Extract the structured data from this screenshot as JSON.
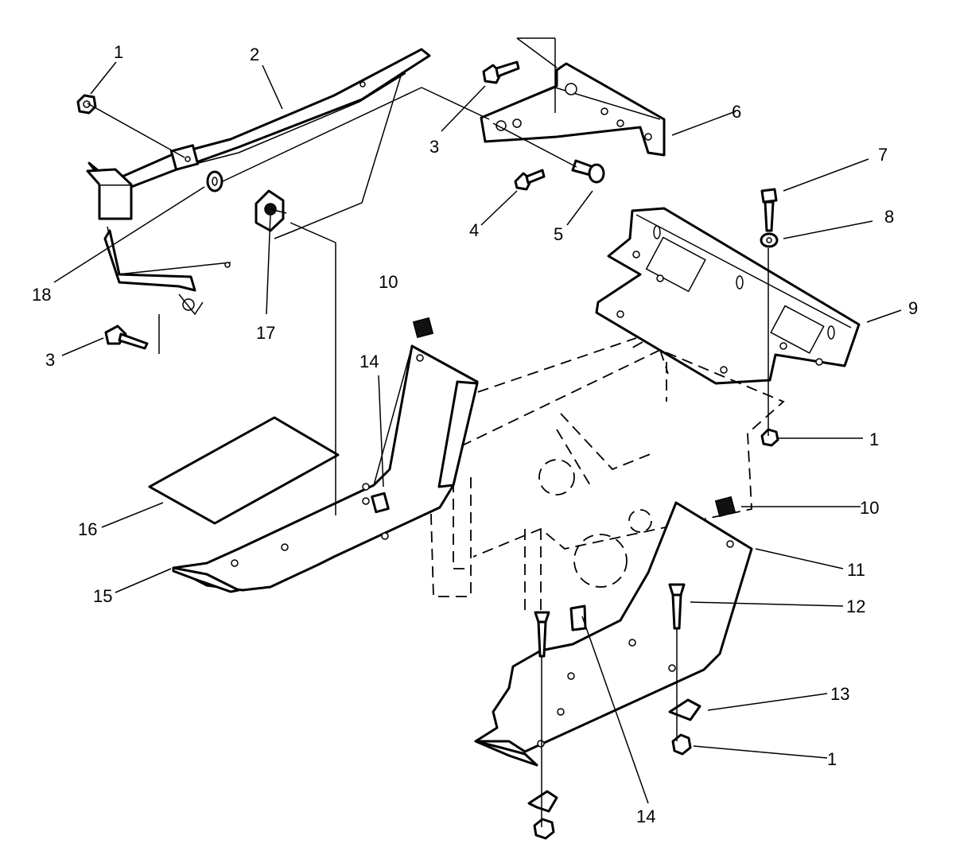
{
  "callouts": [
    {
      "id": "c1a",
      "label": "1"
    },
    {
      "id": "c2",
      "label": "2"
    },
    {
      "id": "c3a",
      "label": "3"
    },
    {
      "id": "c6",
      "label": "6"
    },
    {
      "id": "c7",
      "label": "7"
    },
    {
      "id": "c8",
      "label": "8"
    },
    {
      "id": "c4",
      "label": "4"
    },
    {
      "id": "c5",
      "label": "5"
    },
    {
      "id": "c18",
      "label": "18"
    },
    {
      "id": "c17",
      "label": "17"
    },
    {
      "id": "c10a",
      "label": "10"
    },
    {
      "id": "c9",
      "label": "9"
    },
    {
      "id": "c3b",
      "label": "3"
    },
    {
      "id": "c14a",
      "label": "14"
    },
    {
      "id": "c1b",
      "label": "1"
    },
    {
      "id": "c10b",
      "label": "10"
    },
    {
      "id": "c16",
      "label": "16"
    },
    {
      "id": "c11",
      "label": "11"
    },
    {
      "id": "c15",
      "label": "15"
    },
    {
      "id": "c12",
      "label": "12"
    },
    {
      "id": "c13",
      "label": "13"
    },
    {
      "id": "c1c",
      "label": "1"
    },
    {
      "id": "c14b",
      "label": "14"
    }
  ]
}
